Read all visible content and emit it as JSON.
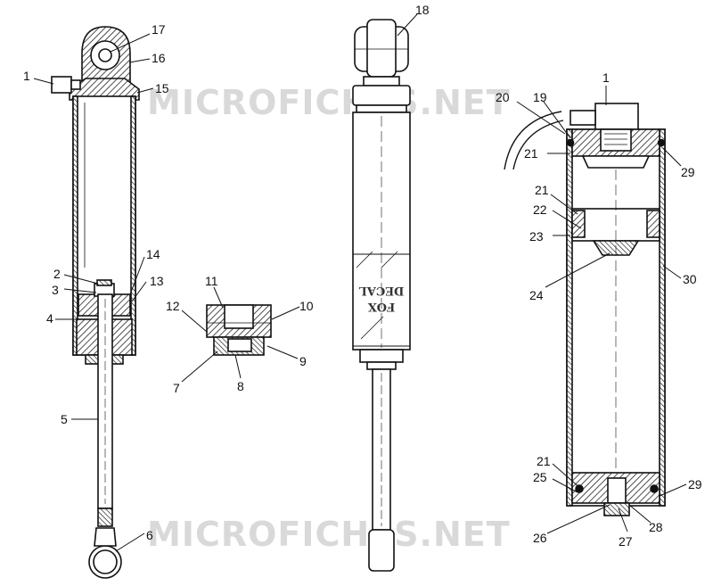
{
  "watermark": {
    "text_top": "MICROFICHES.NET",
    "text_bottom": "MICROFICHES.NET"
  },
  "decal": {
    "line1": "DECAL",
    "line2": "FOX"
  },
  "callouts": [
    {
      "id": "c1a",
      "label": "1"
    },
    {
      "id": "c17",
      "label": "17"
    },
    {
      "id": "c16",
      "label": "16"
    },
    {
      "id": "c15",
      "label": "15"
    },
    {
      "id": "c2",
      "label": "2"
    },
    {
      "id": "c3",
      "label": "3"
    },
    {
      "id": "c14",
      "label": "14"
    },
    {
      "id": "c13",
      "label": "13"
    },
    {
      "id": "c4",
      "label": "4"
    },
    {
      "id": "c5",
      "label": "5"
    },
    {
      "id": "c6",
      "label": "6"
    },
    {
      "id": "c11",
      "label": "11"
    },
    {
      "id": "c12",
      "label": "12"
    },
    {
      "id": "c10",
      "label": "10"
    },
    {
      "id": "c9",
      "label": "9"
    },
    {
      "id": "c7",
      "label": "7"
    },
    {
      "id": "c8",
      "label": "8"
    },
    {
      "id": "c18",
      "label": "18"
    },
    {
      "id": "c1b",
      "label": "1"
    },
    {
      "id": "c20",
      "label": "20"
    },
    {
      "id": "c19",
      "label": "19"
    },
    {
      "id": "c21a",
      "label": "21"
    },
    {
      "id": "c29a",
      "label": "29"
    },
    {
      "id": "c21b",
      "label": "21"
    },
    {
      "id": "c22",
      "label": "22"
    },
    {
      "id": "c23",
      "label": "23"
    },
    {
      "id": "c24",
      "label": "24"
    },
    {
      "id": "c30",
      "label": "30"
    },
    {
      "id": "c21c",
      "label": "21"
    },
    {
      "id": "c25",
      "label": "25"
    },
    {
      "id": "c29b",
      "label": "29"
    },
    {
      "id": "c26",
      "label": "26"
    },
    {
      "id": "c27",
      "label": "27"
    },
    {
      "id": "c28",
      "label": "28"
    }
  ]
}
